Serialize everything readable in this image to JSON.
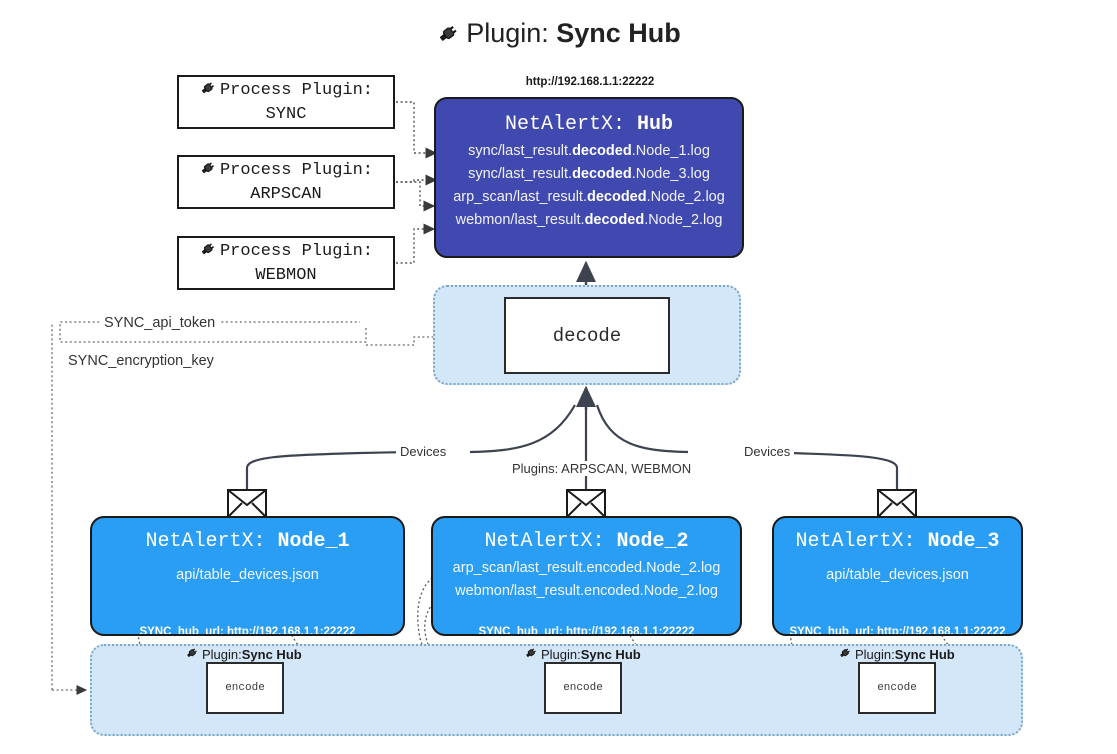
{
  "title": {
    "icon": "plug-icon",
    "prefix": "Plugin: ",
    "name": "Sync Hub"
  },
  "process_plugins": [
    {
      "icon": "plug-icon",
      "line1": "Process Plugin:",
      "line2": "SYNC"
    },
    {
      "icon": "plug-icon",
      "line1": "Process Plugin:",
      "line2": "ARPSCAN"
    },
    {
      "icon": "plug-icon",
      "line1": "Process Plugin:",
      "line2": "WEBMON"
    }
  ],
  "hub": {
    "url": "http://192.168.1.1:22222",
    "title_prefix": "NetAlertX: ",
    "title_name": "Hub",
    "logs": [
      {
        "pre": "sync/last_result.",
        "strong": "decoded",
        "post": ".Node_1.log"
      },
      {
        "pre": "sync/last_result.",
        "strong": "decoded",
        "post": ".Node_3.log"
      },
      {
        "pre": "arp_scan/last_result.",
        "strong": "decoded",
        "post": ".Node_2.log"
      },
      {
        "pre": "webmon/last_result.",
        "strong": "decoded",
        "post": ".Node_2.log"
      }
    ]
  },
  "decode": {
    "label": "decode"
  },
  "keys": [
    {
      "label": "SYNC_api_token"
    },
    {
      "label": "SYNC_encryption_key"
    }
  ],
  "edge_labels": {
    "left_devices": "Devices",
    "center_plugins": "Plugins: ARPSCAN, WEBMON",
    "right_devices": "Devices"
  },
  "nodes": [
    {
      "icon": "envelope-icon",
      "title_prefix": "NetAlertX: ",
      "title_name": "Node_1",
      "lines": [
        "api/table_devices.json"
      ],
      "url_key": "SYNC_hub_url: ",
      "url_value": "http://192.168.1.1:22222"
    },
    {
      "icon": "envelope-icon",
      "title_prefix": "NetAlertX: ",
      "title_name": "Node_2",
      "lines": [
        "arp_scan/last_result.encoded.Node_2.log",
        "webmon/last_result.encoded.Node_2.log"
      ],
      "url_key": "SYNC_hub_url: ",
      "url_value": "http://192.168.1.1:22222"
    },
    {
      "icon": "envelope-icon",
      "title_prefix": "NetAlertX: ",
      "title_name": "Node_3",
      "lines": [
        "api/table_devices.json"
      ],
      "url_key": "SYNC_hub_url: ",
      "url_value": "http://192.168.1.1:22222"
    }
  ],
  "encoders": [
    {
      "icon": "plug-icon",
      "label_prefix": "Plugin: ",
      "label_name": "Sync Hub",
      "box": "encode"
    },
    {
      "icon": "plug-icon",
      "label_prefix": "Plugin: ",
      "label_name": "Sync Hub",
      "box": "encode"
    },
    {
      "icon": "plug-icon",
      "label_prefix": "Plugin: ",
      "label_name": "Sync Hub",
      "box": "encode"
    }
  ],
  "colors": {
    "hub": "#4049b0",
    "node": "#2a9df4",
    "group": "#d4e7f8",
    "group_border": "#7aa6c8",
    "stroke": "#1a1a1a"
  }
}
